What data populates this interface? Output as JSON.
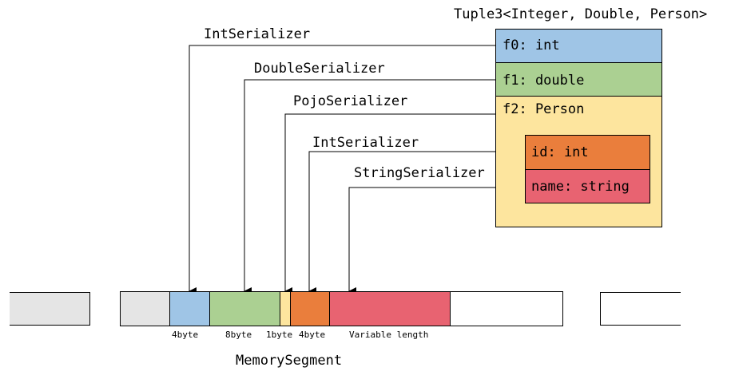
{
  "tuple": {
    "title": "Tuple3<Integer, Double, Person>",
    "fields": [
      {
        "label": "f0:  int",
        "color": "#9fc5e6"
      },
      {
        "label": "f1:  double",
        "color": "#abd092"
      },
      {
        "label": "f2:  Person",
        "color": "#fde59e"
      }
    ],
    "person_fields": [
      {
        "label": "id:  int",
        "color": "#ea7e3c"
      },
      {
        "label": "name: string",
        "color": "#e86371"
      }
    ]
  },
  "serializers": [
    {
      "label": "IntSerializer"
    },
    {
      "label": "DoubleSerializer"
    },
    {
      "label": "PojoSerializer"
    },
    {
      "label": "IntSerializer"
    },
    {
      "label": "StringSerializer"
    }
  ],
  "memory": {
    "title": "MemorySegment",
    "segments": [
      {
        "size_label": "4byte",
        "color": "#9fc5e6"
      },
      {
        "size_label": "8byte",
        "color": "#abd092"
      },
      {
        "size_label": "1byte",
        "color": "#fde59e"
      },
      {
        "size_label": "4byte",
        "color": "#ea7e3c"
      },
      {
        "size_label": "Variable length",
        "color": "#e86371"
      }
    ],
    "empty_color": "#e5e5e5"
  }
}
